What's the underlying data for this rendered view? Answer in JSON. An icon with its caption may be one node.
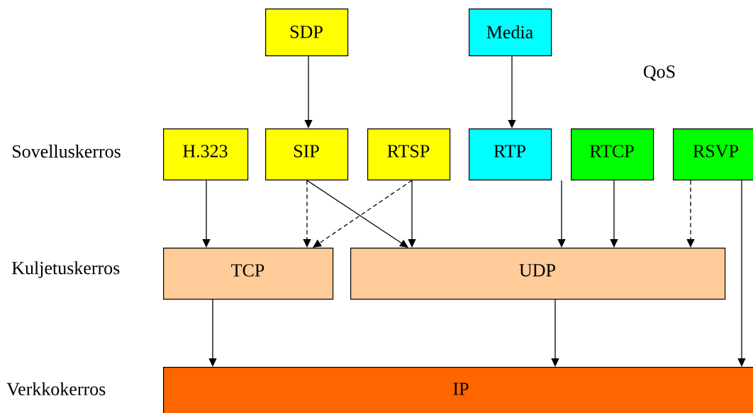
{
  "diagram": {
    "nodes": [
      {
        "text": [
          "SDP"
        ]
      },
      {
        "text": [
          "Media"
        ]
      },
      {
        "text": [
          "H.323"
        ]
      },
      {
        "text": [
          "SIP"
        ]
      },
      {
        "text": [
          "RTSP"
        ]
      },
      {
        "text": [
          "RTP"
        ]
      },
      {
        "text": [
          "RTCP"
        ]
      },
      {
        "text": [
          "RSVP"
        ]
      },
      {
        "text": [
          "TCP"
        ]
      },
      {
        "text": [
          "UDP"
        ]
      },
      {
        "text": [
          "IP"
        ]
      }
    ],
    "edges": [
      {
        "from": 0,
        "to": 3,
        "arrow": "to"
      },
      {
        "from": 1,
        "to": 5,
        "arrow": "to"
      },
      {
        "from": 2,
        "to": 8,
        "arrow": "to"
      },
      {
        "from": 3,
        "to": 8,
        "arrow": "to",
        "style": "dashed"
      },
      {
        "from": 3,
        "to": 9,
        "arrow": "to"
      },
      {
        "from": 4,
        "to": 8,
        "arrow": "to",
        "style": "dashed"
      },
      {
        "from": 4,
        "to": 9,
        "arrow": "to"
      },
      {
        "from": 5,
        "to": 9,
        "arrow": "to"
      },
      {
        "from": 6,
        "to": 9,
        "arrow": "to"
      },
      {
        "from": 7,
        "to": 9,
        "arrow": "to",
        "style": "dashed"
      },
      {
        "from": 7,
        "to": 10,
        "arrow": "to"
      },
      {
        "from": 8,
        "to": 10,
        "arrow": "to"
      },
      {
        "from": 9,
        "to": 10,
        "arrow": "to"
      }
    ],
    "labels": [
      "QoS",
      "Sovelluskerros",
      "Kuljetuskerros",
      "Verkkokerros"
    ]
  }
}
